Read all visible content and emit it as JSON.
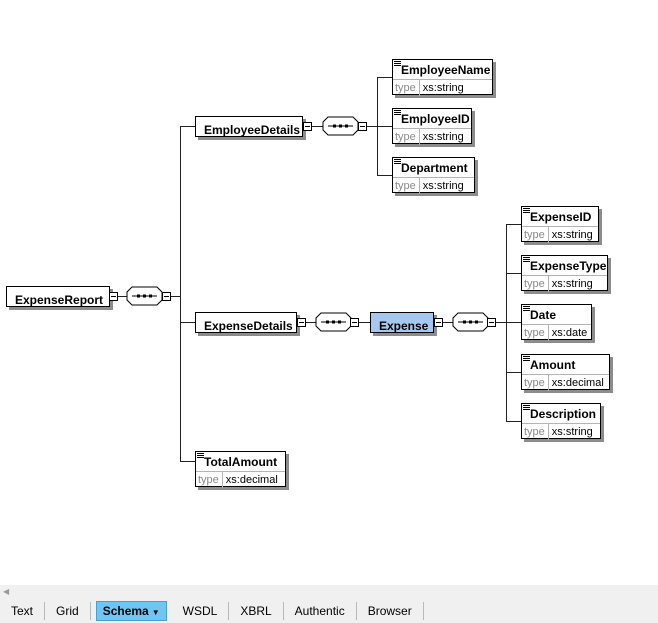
{
  "elements": {
    "root": {
      "name": "ExpenseReport"
    },
    "employee_details": {
      "name": "EmployeeDetails"
    },
    "employee_name": {
      "name": "EmployeeName",
      "type_label": "type",
      "type": "xs:string"
    },
    "employee_id": {
      "name": "EmployeeID",
      "type_label": "type",
      "type": "xs:string"
    },
    "department": {
      "name": "Department",
      "type_label": "type",
      "type": "xs:string"
    },
    "expense_details": {
      "name": "ExpenseDetails"
    },
    "expense": {
      "name": "Expense"
    },
    "expense_id": {
      "name": "ExpenseID",
      "type_label": "type",
      "type": "xs:string"
    },
    "expense_type": {
      "name": "ExpenseType",
      "type_label": "type",
      "type": "xs:string"
    },
    "date": {
      "name": "Date",
      "type_label": "type",
      "type": "xs:date"
    },
    "amount": {
      "name": "Amount",
      "type_label": "type",
      "type": "xs:decimal"
    },
    "description": {
      "name": "Description",
      "type_label": "type",
      "type": "xs:string"
    },
    "total_amount": {
      "name": "TotalAmount",
      "type_label": "type",
      "type": "xs:decimal"
    }
  },
  "tabs": [
    {
      "label": "Text"
    },
    {
      "label": "Grid"
    },
    {
      "label": "Schema",
      "active": true
    },
    {
      "label": "WSDL"
    },
    {
      "label": "XBRL"
    },
    {
      "label": "Authentic"
    },
    {
      "label": "Browser"
    }
  ],
  "colors": {
    "selected_fill": "#a6c8ef",
    "active_tab": "#6fc6f2"
  }
}
